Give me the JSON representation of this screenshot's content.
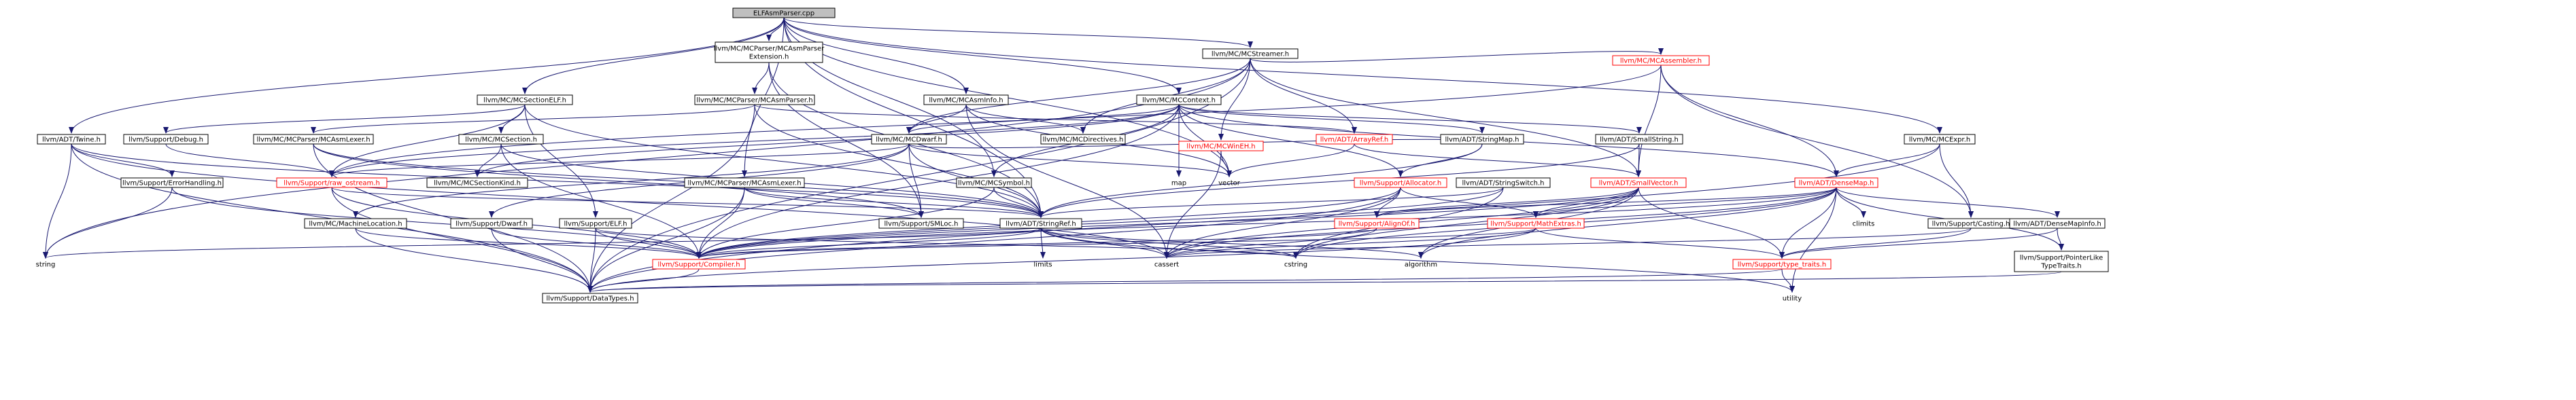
{
  "graph": {
    "edge_color": "#191970",
    "highlight_color": "#ff0000",
    "root_fill": "#bfbfbf",
    "nodes": [
      {
        "id": "root",
        "label": "ELFAsmParser.cpp",
        "kind": "root"
      },
      {
        "id": "mcparserext",
        "label": [
          "llvm/MC/MCParser/MCAsmParser",
          "Extension.h"
        ],
        "kind": "box"
      },
      {
        "id": "mcstreamer",
        "label": "llvm/MC/MCStreamer.h",
        "kind": "box"
      },
      {
        "id": "mcsectionelf",
        "label": "llvm/MC/MCSectionELF.h",
        "kind": "box"
      },
      {
        "id": "mcparser",
        "label": "llvm/MC/MCParser/MCAsmParser.h",
        "kind": "box"
      },
      {
        "id": "mcasminfo",
        "label": "llvm/MC/MCAsmInfo.h",
        "kind": "box"
      },
      {
        "id": "mccontext",
        "label": "llvm/MC/MCContext.h",
        "kind": "box"
      },
      {
        "id": "mcassembler",
        "label": "llvm/MC/MCAssembler.h",
        "kind": "red"
      },
      {
        "id": "twine",
        "label": "llvm/ADT/Twine.h",
        "kind": "box"
      },
      {
        "id": "debug",
        "label": "llvm/Support/Debug.h",
        "kind": "box"
      },
      {
        "id": "asmlexer",
        "label": "llvm/MC/MCParser/MCAsmLexer.h",
        "kind": "box"
      },
      {
        "id": "mcsection",
        "label": "llvm/MC/MCSection.h",
        "kind": "box"
      },
      {
        "id": "mcdwarf",
        "label": "llvm/MC/MCDwarf.h",
        "kind": "box"
      },
      {
        "id": "mcdirectives",
        "label": "llvm/MC/MCDirectives.h",
        "kind": "box"
      },
      {
        "id": "mcwinehs",
        "label": "llvm/MC/MCWinEH.h",
        "kind": "red"
      },
      {
        "id": "arrayref",
        "label": "llvm/ADT/ArrayRef.h",
        "kind": "red"
      },
      {
        "id": "stringmap",
        "label": "llvm/ADT/StringMap.h",
        "kind": "box"
      },
      {
        "id": "smallstring",
        "label": "llvm/ADT/SmallString.h",
        "kind": "box"
      },
      {
        "id": "mcexpr",
        "label": "llvm/MC/MCExpr.h",
        "kind": "box"
      },
      {
        "id": "errorhandling",
        "label": "llvm/Support/ErrorHandling.h",
        "kind": "box"
      },
      {
        "id": "rawostream",
        "label": "llvm/Support/raw_ostream.h",
        "kind": "red"
      },
      {
        "id": "mcsectionkind",
        "label": "llvm/MC/MCSectionKind.h",
        "kind": "box"
      },
      {
        "id": "mcasmlexer2",
        "label": "llvm/MC/MCParser/MCAsmLexer.h",
        "kind": "box"
      },
      {
        "id": "mcsymbol",
        "label": "llvm/MC/MCSymbol.h",
        "kind": "box"
      },
      {
        "id": "allocator",
        "label": "llvm/Support/Allocator.h",
        "kind": "red"
      },
      {
        "id": "stringswitch",
        "label": "llvm/ADT/StringSwitch.h",
        "kind": "box"
      },
      {
        "id": "smallvector",
        "label": "llvm/ADT/SmallVector.h",
        "kind": "red"
      },
      {
        "id": "densemap",
        "label": "llvm/ADT/DenseMap.h",
        "kind": "red"
      },
      {
        "id": "machineloc",
        "label": "llvm/MC/MachineLocation.h",
        "kind": "box"
      },
      {
        "id": "dwarf",
        "label": "llvm/Support/Dwarf.h",
        "kind": "box"
      },
      {
        "id": "elf",
        "label": "llvm/Support/ELF.h",
        "kind": "box"
      },
      {
        "id": "smloc",
        "label": "llvm/Support/SMLoc.h",
        "kind": "box"
      },
      {
        "id": "stringref",
        "label": "llvm/ADT/StringRef.h",
        "kind": "box"
      },
      {
        "id": "alignof",
        "label": "llvm/Support/AlignOf.h",
        "kind": "red"
      },
      {
        "id": "mathextras",
        "label": "llvm/Support/MathExtras.h",
        "kind": "red"
      },
      {
        "id": "casting",
        "label": "llvm/Support/Casting.h",
        "kind": "box"
      },
      {
        "id": "densemapinfo",
        "label": "llvm/ADT/DenseMapInfo.h",
        "kind": "box"
      },
      {
        "id": "compiler",
        "label": "llvm/Support/Compiler.h",
        "kind": "red"
      },
      {
        "id": "typetraits",
        "label": "llvm/Support/type_traits.h",
        "kind": "red"
      },
      {
        "id": "pointerlike",
        "label": [
          "llvm/Support/PointerLike",
          "TypeTraits.h"
        ],
        "kind": "box"
      },
      {
        "id": "datatypes",
        "label": "llvm/Support/DataTypes.h",
        "kind": "box"
      },
      {
        "id": "string",
        "label": "string",
        "kind": "leaf"
      },
      {
        "id": "map",
        "label": "map",
        "kind": "leaf"
      },
      {
        "id": "vector",
        "label": "vector",
        "kind": "leaf"
      },
      {
        "id": "limits",
        "label": "limits",
        "kind": "leaf"
      },
      {
        "id": "cassert",
        "label": "cassert",
        "kind": "leaf"
      },
      {
        "id": "cstring",
        "label": "cstring",
        "kind": "leaf"
      },
      {
        "id": "algorithm",
        "label": "algorithm",
        "kind": "leaf"
      },
      {
        "id": "climits",
        "label": "climits",
        "kind": "leaf"
      },
      {
        "id": "utility",
        "label": "utility",
        "kind": "leaf"
      }
    ],
    "edges": [
      [
        "root",
        "mcparserext"
      ],
      [
        "root",
        "mcstreamer"
      ],
      [
        "root",
        "mcsectionelf"
      ],
      [
        "root",
        "mcasminfo"
      ],
      [
        "root",
        "mccontext"
      ],
      [
        "root",
        "twine"
      ],
      [
        "root",
        "mcexpr"
      ],
      [
        "root",
        "mcasmlexer2"
      ],
      [
        "root",
        "mcsymbol"
      ],
      [
        "root",
        "stringref"
      ],
      [
        "root",
        "vector"
      ],
      [
        "mcparserext",
        "mcparser"
      ],
      [
        "mcparserext",
        "smloc"
      ],
      [
        "mcparserext",
        "stringref"
      ],
      [
        "mcstreamer",
        "mcassembler"
      ],
      [
        "mcstreamer",
        "mcdirectives"
      ],
      [
        "mcstreamer",
        "mcdwarf"
      ],
      [
        "mcstreamer",
        "mcwinehs"
      ],
      [
        "mcstreamer",
        "arrayref"
      ],
      [
        "mcstreamer",
        "smallvector"
      ],
      [
        "mcstreamer",
        "datatypes"
      ],
      [
        "mcstreamer",
        "string"
      ],
      [
        "mcsectionelf",
        "mcsection"
      ],
      [
        "mcsectionelf",
        "debug"
      ],
      [
        "mcsectionelf",
        "rawostream"
      ],
      [
        "mcsectionelf",
        "elf"
      ],
      [
        "mcsectionelf",
        "stringref"
      ],
      [
        "mcparser",
        "asmlexer"
      ],
      [
        "mcparser",
        "arrayref"
      ],
      [
        "mcparser",
        "stringref"
      ],
      [
        "mcparser",
        "datatypes"
      ],
      [
        "mcasminfo",
        "mcdirectives"
      ],
      [
        "mcasminfo",
        "mcdwarf"
      ],
      [
        "mcasminfo",
        "cassert"
      ],
      [
        "mcasminfo",
        "vector"
      ],
      [
        "mccontext",
        "mcdwarf"
      ],
      [
        "mccontext",
        "stringmap"
      ],
      [
        "mccontext",
        "smallstring"
      ],
      [
        "mccontext",
        "mcsectionkind"
      ],
      [
        "mccontext",
        "densemap"
      ],
      [
        "mccontext",
        "allocator"
      ],
      [
        "mccontext",
        "rawostream"
      ],
      [
        "mccontext",
        "compiler"
      ],
      [
        "mccontext",
        "map"
      ],
      [
        "mccontext",
        "vector"
      ],
      [
        "mccontext",
        "mcsymbol"
      ],
      [
        "mcassembler",
        "smallvector"
      ],
      [
        "mcassembler",
        "densemap"
      ],
      [
        "mcassembler",
        "casting"
      ],
      [
        "mcassembler",
        "rawostream"
      ],
      [
        "twine",
        "errorhandling"
      ],
      [
        "twine",
        "stringref"
      ],
      [
        "twine",
        "datatypes"
      ],
      [
        "twine",
        "string"
      ],
      [
        "twine",
        "cassert"
      ],
      [
        "debug",
        "rawostream"
      ],
      [
        "asmlexer",
        "smloc"
      ],
      [
        "asmlexer",
        "stringref"
      ],
      [
        "asmlexer",
        "datatypes"
      ],
      [
        "mcsection",
        "mcsectionkind"
      ],
      [
        "mcsection",
        "compiler"
      ],
      [
        "mcsection",
        "stringref"
      ],
      [
        "mcdwarf",
        "machineloc"
      ],
      [
        "mcdwarf",
        "dwarf"
      ],
      [
        "mcdwarf",
        "rawostream"
      ],
      [
        "mcdwarf",
        "smloc"
      ],
      [
        "mcdwarf",
        "stringmap"
      ],
      [
        "mcdwarf",
        "vector"
      ],
      [
        "mcdwarf",
        "stringref"
      ],
      [
        "mcwinehs",
        "vector"
      ],
      [
        "mcwinehs",
        "cassert"
      ],
      [
        "arrayref",
        "smallvector"
      ],
      [
        "arrayref",
        "vector"
      ],
      [
        "stringmap",
        "stringref"
      ],
      [
        "stringmap",
        "allocator"
      ],
      [
        "smallstring",
        "smallvector"
      ],
      [
        "smallstring",
        "stringref"
      ],
      [
        "mcexpr",
        "densemap"
      ],
      [
        "mcexpr",
        "casting"
      ],
      [
        "mcexpr",
        "datatypes"
      ],
      [
        "errorhandling",
        "compiler"
      ],
      [
        "errorhandling",
        "string"
      ],
      [
        "rawostream",
        "compiler"
      ],
      [
        "rawostream",
        "datatypes"
      ],
      [
        "rawostream",
        "stringref"
      ],
      [
        "mcasmlexer2",
        "smloc"
      ],
      [
        "mcasmlexer2",
        "stringref"
      ],
      [
        "mcasmlexer2",
        "datatypes"
      ],
      [
        "mcasmlexer2",
        "compiler"
      ],
      [
        "mcsymbol",
        "stringref"
      ],
      [
        "mcsymbol",
        "compiler"
      ],
      [
        "allocator",
        "alignof"
      ],
      [
        "allocator",
        "mathextras"
      ],
      [
        "allocator",
        "datatypes"
      ],
      [
        "allocator",
        "cassert"
      ],
      [
        "allocator",
        "compiler"
      ],
      [
        "stringswitch",
        "stringref"
      ],
      [
        "stringswitch",
        "cstring"
      ],
      [
        "stringswitch",
        "compiler"
      ],
      [
        "smallvector",
        "alignof"
      ],
      [
        "smallvector",
        "mathextras"
      ],
      [
        "smallvector",
        "typetraits"
      ],
      [
        "smallvector",
        "cassert"
      ],
      [
        "smallvector",
        "algorithm"
      ],
      [
        "smallvector",
        "cstring"
      ],
      [
        "smallvector",
        "compiler"
      ],
      [
        "densemap",
        "densemapinfo"
      ],
      [
        "densemap",
        "alignof"
      ],
      [
        "densemap",
        "mathextras"
      ],
      [
        "densemap",
        "typetraits"
      ],
      [
        "densemap",
        "algorithm"
      ],
      [
        "densemap",
        "cassert"
      ],
      [
        "densemap",
        "climits"
      ],
      [
        "densemap",
        "utility"
      ],
      [
        "densemap",
        "cstring"
      ],
      [
        "densemap",
        "pointerlike"
      ],
      [
        "densemap",
        "compiler"
      ],
      [
        "machineloc",
        "compiler"
      ],
      [
        "machineloc",
        "datatypes"
      ],
      [
        "dwarf",
        "compiler"
      ],
      [
        "dwarf",
        "datatypes"
      ],
      [
        "elf",
        "compiler"
      ],
      [
        "elf",
        "datatypes"
      ],
      [
        "elf",
        "cstring"
      ],
      [
        "stringref",
        "compiler"
      ],
      [
        "stringref",
        "algorithm"
      ],
      [
        "stringref",
        "cassert"
      ],
      [
        "stringref",
        "cstring"
      ],
      [
        "stringref",
        "limits"
      ],
      [
        "stringref",
        "string"
      ],
      [
        "stringref",
        "utility"
      ],
      [
        "alignof",
        "compiler"
      ],
      [
        "alignof",
        "cassert"
      ],
      [
        "mathextras",
        "compiler"
      ],
      [
        "mathextras",
        "typetraits"
      ],
      [
        "mathextras",
        "datatypes"
      ],
      [
        "mathextras",
        "cassert"
      ],
      [
        "casting",
        "typetraits"
      ],
      [
        "casting",
        "cassert"
      ],
      [
        "densemapinfo",
        "pointerlike"
      ],
      [
        "densemapinfo",
        "typetraits"
      ],
      [
        "typetraits",
        "datatypes"
      ],
      [
        "typetraits",
        "utility"
      ],
      [
        "pointerlike",
        "datatypes"
      ],
      [
        "compiler",
        "datatypes"
      ]
    ]
  }
}
